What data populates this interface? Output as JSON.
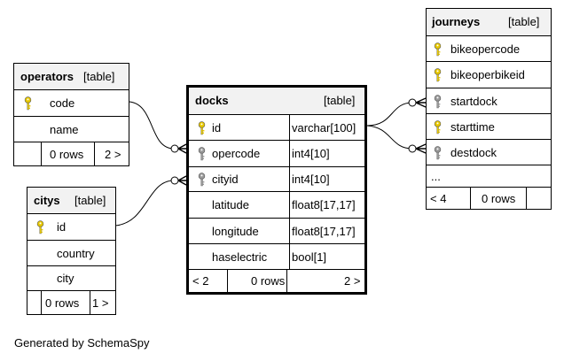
{
  "footer": "Generated by SchemaSpy",
  "colors": {
    "pk_key": "#e8c800",
    "fk_key": "#9a9a9a",
    "header_bg": "#f2f2f2"
  },
  "operators": {
    "name": "operators",
    "tag": "[table]",
    "columns": [
      {
        "name": "code",
        "key": "primary-key-icon"
      },
      {
        "name": "name",
        "key": ""
      }
    ],
    "footer_rows": "0 rows",
    "footer_children": "2 >"
  },
  "citys": {
    "name": "citys",
    "tag": "[table]",
    "columns": [
      {
        "name": "id",
        "key": "primary-key-icon"
      },
      {
        "name": "country",
        "key": ""
      },
      {
        "name": "city",
        "key": ""
      }
    ],
    "footer_rows": "0 rows",
    "footer_children": "1 >"
  },
  "docks": {
    "name": "docks",
    "tag": "[table]",
    "columns": [
      {
        "name": "id",
        "type": "varchar[100]",
        "key": "primary-key-icon"
      },
      {
        "name": "opercode",
        "type": "int4[10]",
        "key": "foreign-key-icon"
      },
      {
        "name": "cityid",
        "type": "int4[10]",
        "key": "foreign-key-icon"
      },
      {
        "name": "latitude",
        "type": "float8[17,17]",
        "key": ""
      },
      {
        "name": "longitude",
        "type": "float8[17,17]",
        "key": ""
      },
      {
        "name": "haselectric",
        "type": "bool[1]",
        "key": ""
      }
    ],
    "footer_parents": "< 2",
    "footer_rows": "0 rows",
    "footer_children": "2 >"
  },
  "journeys": {
    "name": "journeys",
    "tag": "[table]",
    "columns": [
      {
        "name": "bikeopercode",
        "key": "primary-key-icon"
      },
      {
        "name": "bikeoperbikeid",
        "key": "primary-key-icon"
      },
      {
        "name": "startdock",
        "key": "foreign-key-icon"
      },
      {
        "name": "starttime",
        "key": "primary-key-icon"
      },
      {
        "name": "destdock",
        "key": "foreign-key-icon"
      }
    ],
    "more": "...",
    "footer_parents": "< 4",
    "footer_rows": "0 rows"
  }
}
